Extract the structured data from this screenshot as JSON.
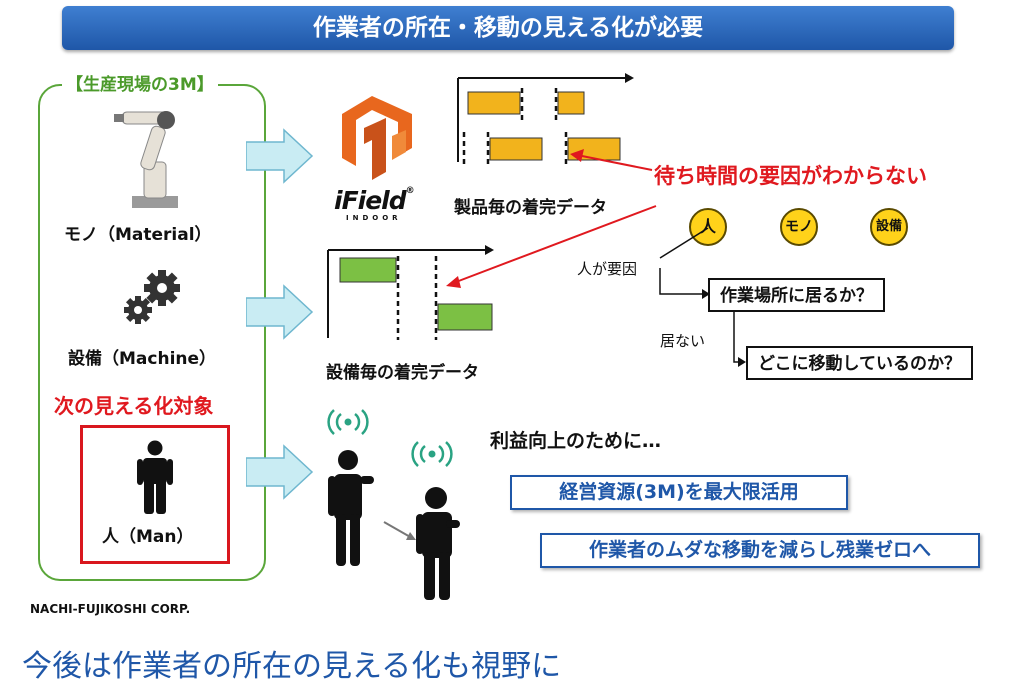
{
  "header": {
    "title": "作業者の所在・移動の見える化が必要"
  },
  "three_m": {
    "title": "【生産現場の3M】",
    "material_label": "モノ（Material）",
    "machine_label": "設備（Machine）",
    "next_target_label": "次の見える化対象",
    "man_label": "人（Man）"
  },
  "ifield": {
    "logo_main": "iField",
    "logo_sub": "INDOOR",
    "reg": "®"
  },
  "charts": {
    "product_caption": "製品毎の着完データ",
    "equipment_caption": "設備毎の着完データ",
    "colors": {
      "product_bar": "#f2b31c",
      "equipment_bar": "#7cc044"
    }
  },
  "analysis": {
    "wait_reason": "待ち時間の要因がわからない",
    "factors": [
      "人",
      "モノ",
      "設備"
    ],
    "human_cause": "人が要因",
    "q_at_workplace": "作業場所に居るか？",
    "not_there": "居ない",
    "q_where_moving": "どこに移動しているのか？"
  },
  "profit": {
    "heading": "利益向上のために…",
    "item1": "経営資源(3M)を最大限活用",
    "item2": "作業者のムダな移動を減らし残業ゼロへ"
  },
  "footer": {
    "company": "NACHI-FUJIKOSHI CORP.",
    "caption": "今後は作業者の所在の見える化も視野に"
  }
}
